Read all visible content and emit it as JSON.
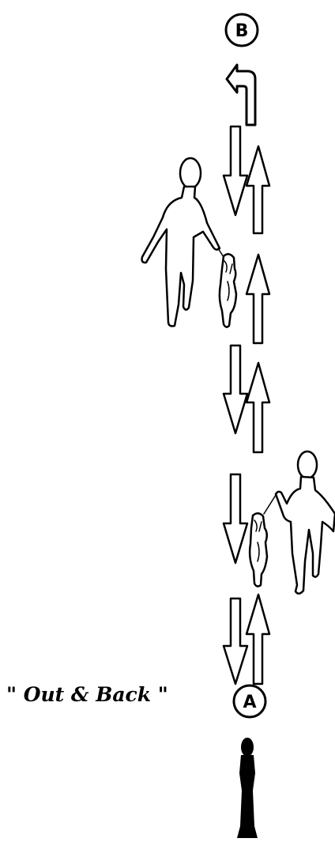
{
  "markers": {
    "end": "B",
    "start": "A"
  },
  "caption": "\" Out & Back \"",
  "icons": [
    "u-turn-arrow",
    "down-arrow",
    "up-arrow",
    "handler-with-dog",
    "judge-figure"
  ]
}
